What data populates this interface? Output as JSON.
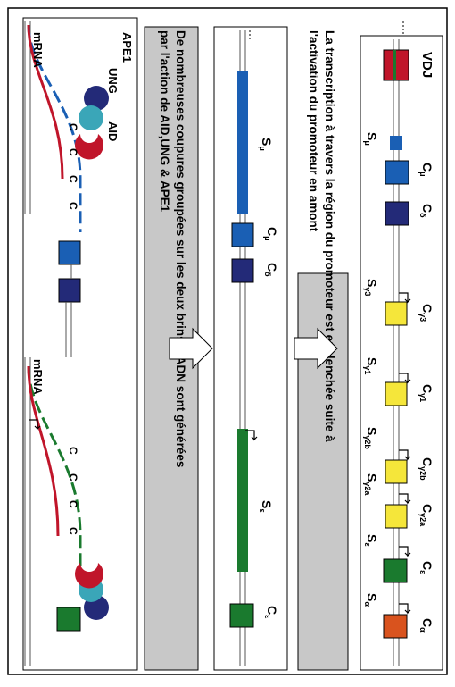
{
  "panel1": {
    "vdj_label": "VDJ",
    "genes": [
      {
        "letter": "S",
        "sub": "μ"
      },
      {
        "letter": "C",
        "sub": "μ"
      },
      {
        "letter": "C",
        "sub": "δ"
      },
      {
        "letter": "S",
        "sub": "γ3"
      },
      {
        "letter": "C",
        "sub": "γ3"
      },
      {
        "letter": "S",
        "sub": "γ1"
      },
      {
        "letter": "C",
        "sub": "γ1"
      },
      {
        "letter": "S",
        "sub": "γ2b"
      },
      {
        "letter": "C",
        "sub": "γ2b"
      },
      {
        "letter": "S",
        "sub": "γ2a"
      },
      {
        "letter": "C",
        "sub": "γ2a"
      },
      {
        "letter": "S",
        "sub": "ε"
      },
      {
        "letter": "C",
        "sub": "ε"
      },
      {
        "letter": "S",
        "sub": "α"
      },
      {
        "letter": "C",
        "sub": "α"
      }
    ]
  },
  "caption1": {
    "line1": "La transcription à travers la région du promoteur est enclenchée suite à",
    "line2": "l'activation du promoteur en amont"
  },
  "panel2": {
    "genes": [
      {
        "letter": "S",
        "sub": "μ"
      },
      {
        "letter": "C",
        "sub": "μ"
      },
      {
        "letter": "C",
        "sub": "δ"
      },
      {
        "letter": "S",
        "sub": "ε"
      },
      {
        "letter": "C",
        "sub": "ε"
      }
    ]
  },
  "caption2": {
    "line1": "De nombreuses coupures groupées sur les deux brins d'ADN sont générées",
    "line2": "par l'action de AID,UNG & APE1"
  },
  "panel3": {
    "labels": {
      "ape1": "APE1",
      "ung": "UNG",
      "aid": "AID",
      "mrna_left": "mRNA",
      "mrna_right": "mRNA"
    },
    "cytosine": "C"
  },
  "colors": {
    "blue": "#1a5fb4",
    "dark_blue": "#232a78",
    "yellow": "#f5e63a",
    "green": "#1a7a2e",
    "orange": "#d9531e",
    "red": "#c0152a",
    "teal": "#3aa6b8",
    "gray": "#c8c8c8"
  }
}
